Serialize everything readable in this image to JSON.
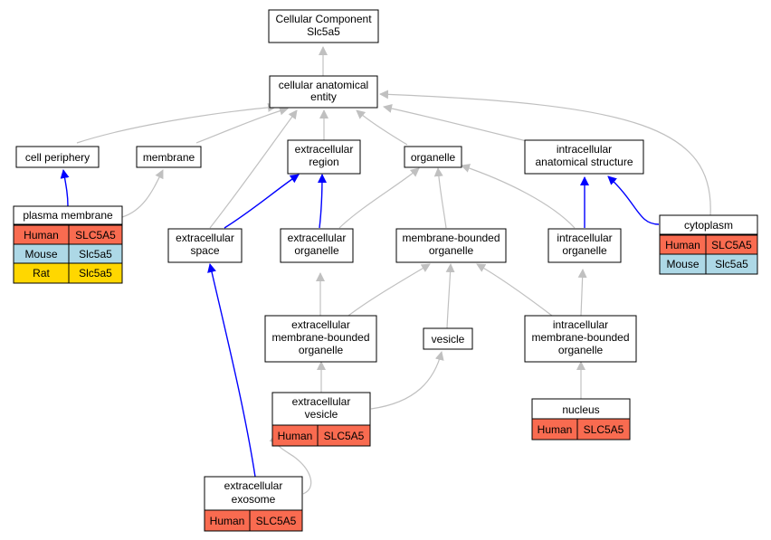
{
  "colors": {
    "gray_edge": "#c0c0c0",
    "blue_edge": "#0000ff",
    "human": "#f96b50",
    "mouse": "#add8e6",
    "rat": "#ffd700",
    "node_border": "#000000",
    "node_fill": "#ffffff"
  },
  "nodes": {
    "root": {
      "lines": [
        "Cellular Component",
        "Slc5a5"
      ]
    },
    "cae": {
      "lines": [
        "cellular anatomical",
        "entity"
      ]
    },
    "cell_periphery": {
      "lines": [
        "cell periphery"
      ]
    },
    "membrane": {
      "lines": [
        "membrane"
      ]
    },
    "extracellular_region": {
      "lines": [
        "extracellular",
        "region"
      ]
    },
    "organelle": {
      "lines": [
        "organelle"
      ]
    },
    "intracellular_anatomical_structure": {
      "lines": [
        "intracellular",
        "anatomical structure"
      ]
    },
    "plasma_membrane": {
      "lines": [
        "plasma membrane"
      ],
      "species": [
        [
          "Human",
          "SLC5A5"
        ],
        [
          "Mouse",
          "Slc5a5"
        ],
        [
          "Rat",
          "Slc5a5"
        ]
      ]
    },
    "extracellular_space": {
      "lines": [
        "extracellular",
        "space"
      ]
    },
    "extracellular_organelle": {
      "lines": [
        "extracellular",
        "organelle"
      ]
    },
    "membrane_bounded_organelle": {
      "lines": [
        "membrane-bounded",
        "organelle"
      ]
    },
    "intracellular_organelle": {
      "lines": [
        "intracellular",
        "organelle"
      ]
    },
    "cytoplasm": {
      "lines": [
        "cytoplasm"
      ],
      "species": [
        [
          "Human",
          "SLC5A5"
        ],
        [
          "Mouse",
          "Slc5a5"
        ]
      ]
    },
    "ec_membrane_bounded_organelle": {
      "lines": [
        "extracellular",
        "membrane-bounded",
        "organelle"
      ]
    },
    "vesicle": {
      "lines": [
        "vesicle"
      ]
    },
    "ic_membrane_bounded_organelle": {
      "lines": [
        "intracellular",
        "membrane-bounded",
        "organelle"
      ]
    },
    "extracellular_vesicle": {
      "lines": [
        "extracellular",
        "vesicle"
      ],
      "species": [
        [
          "Human",
          "SLC5A5"
        ]
      ]
    },
    "nucleus": {
      "lines": [
        "nucleus"
      ],
      "species": [
        [
          "Human",
          "SLC5A5"
        ]
      ]
    },
    "extracellular_exosome": {
      "lines": [
        "extracellular",
        "exosome"
      ],
      "species": [
        [
          "Human",
          "SLC5A5"
        ]
      ]
    }
  }
}
